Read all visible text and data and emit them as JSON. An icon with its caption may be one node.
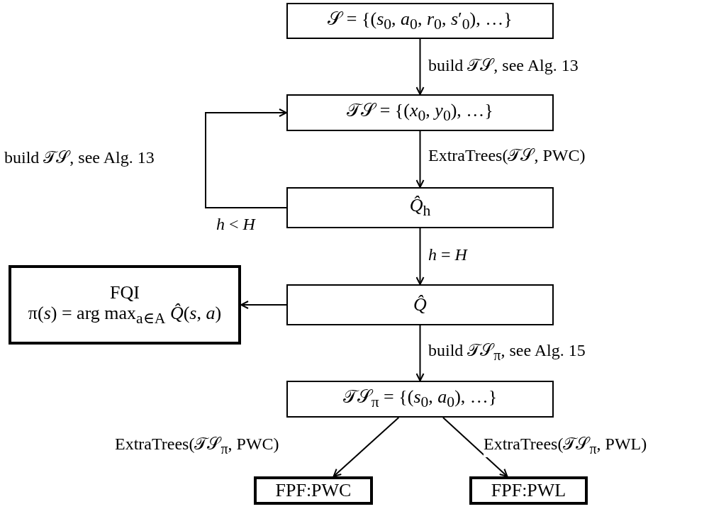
{
  "diagram": {
    "nodes": [
      {
        "text": [
          "𝒮 = {(*s*$_{0}$, *a*$_{0}$, *r*$_{0}$, *s*′$_{0}$), …}"
        ]
      },
      {
        "text": [
          "𝒯𝒮 = {(*x*$_{0}$, *y*$_{0}$), …}"
        ]
      },
      {
        "text": [
          "*Q̂*$_{h}$"
        ]
      },
      {
        "text": [
          "*Q̂*"
        ]
      },
      {
        "text": [
          "FQI",
          "π(*s*) = arg max$_{a∈A}$ *Q̂*(*s*, *a*)"
        ]
      },
      {
        "text": [
          "𝒯𝒮$_{π}$ = {(*s*$_{0}$, *a*$_{0}$), …}"
        ]
      },
      {
        "text": [
          "FPF:PWC"
        ]
      },
      {
        "text": [
          "FPF:PWL"
        ]
      }
    ],
    "edges": [
      {
        "from": 0,
        "to": 1,
        "arrow": "to",
        "label": "build 𝒯𝒮, see Alg. 13"
      },
      {
        "from": 1,
        "to": 2,
        "arrow": "to",
        "label": "ExtraTrees(𝒯𝒮, PWC)"
      },
      {
        "from": 2,
        "to": 1,
        "arrow": "to",
        "label": "build 𝒯𝒮, see Alg. 13"
      },
      {
        "from": 2,
        "to": 3,
        "arrow": "to",
        "label": "*h* = *H*"
      },
      {
        "from": 3,
        "to": 4,
        "arrow": "to"
      },
      {
        "from": 3,
        "to": 5,
        "arrow": "to",
        "label": "build 𝒯𝒮$_{π}$, see Alg. 15"
      },
      {
        "from": 5,
        "to": 6,
        "arrow": "to",
        "label": "ExtraTrees(𝒯𝒮$_{π}$, PWC)"
      },
      {
        "from": 5,
        "to": 7,
        "arrow": "to",
        "label": "ExtraTrees(𝒯𝒮$_{π}$, PWL)"
      }
    ],
    "labels": [
      "*h* < *H*"
    ]
  }
}
